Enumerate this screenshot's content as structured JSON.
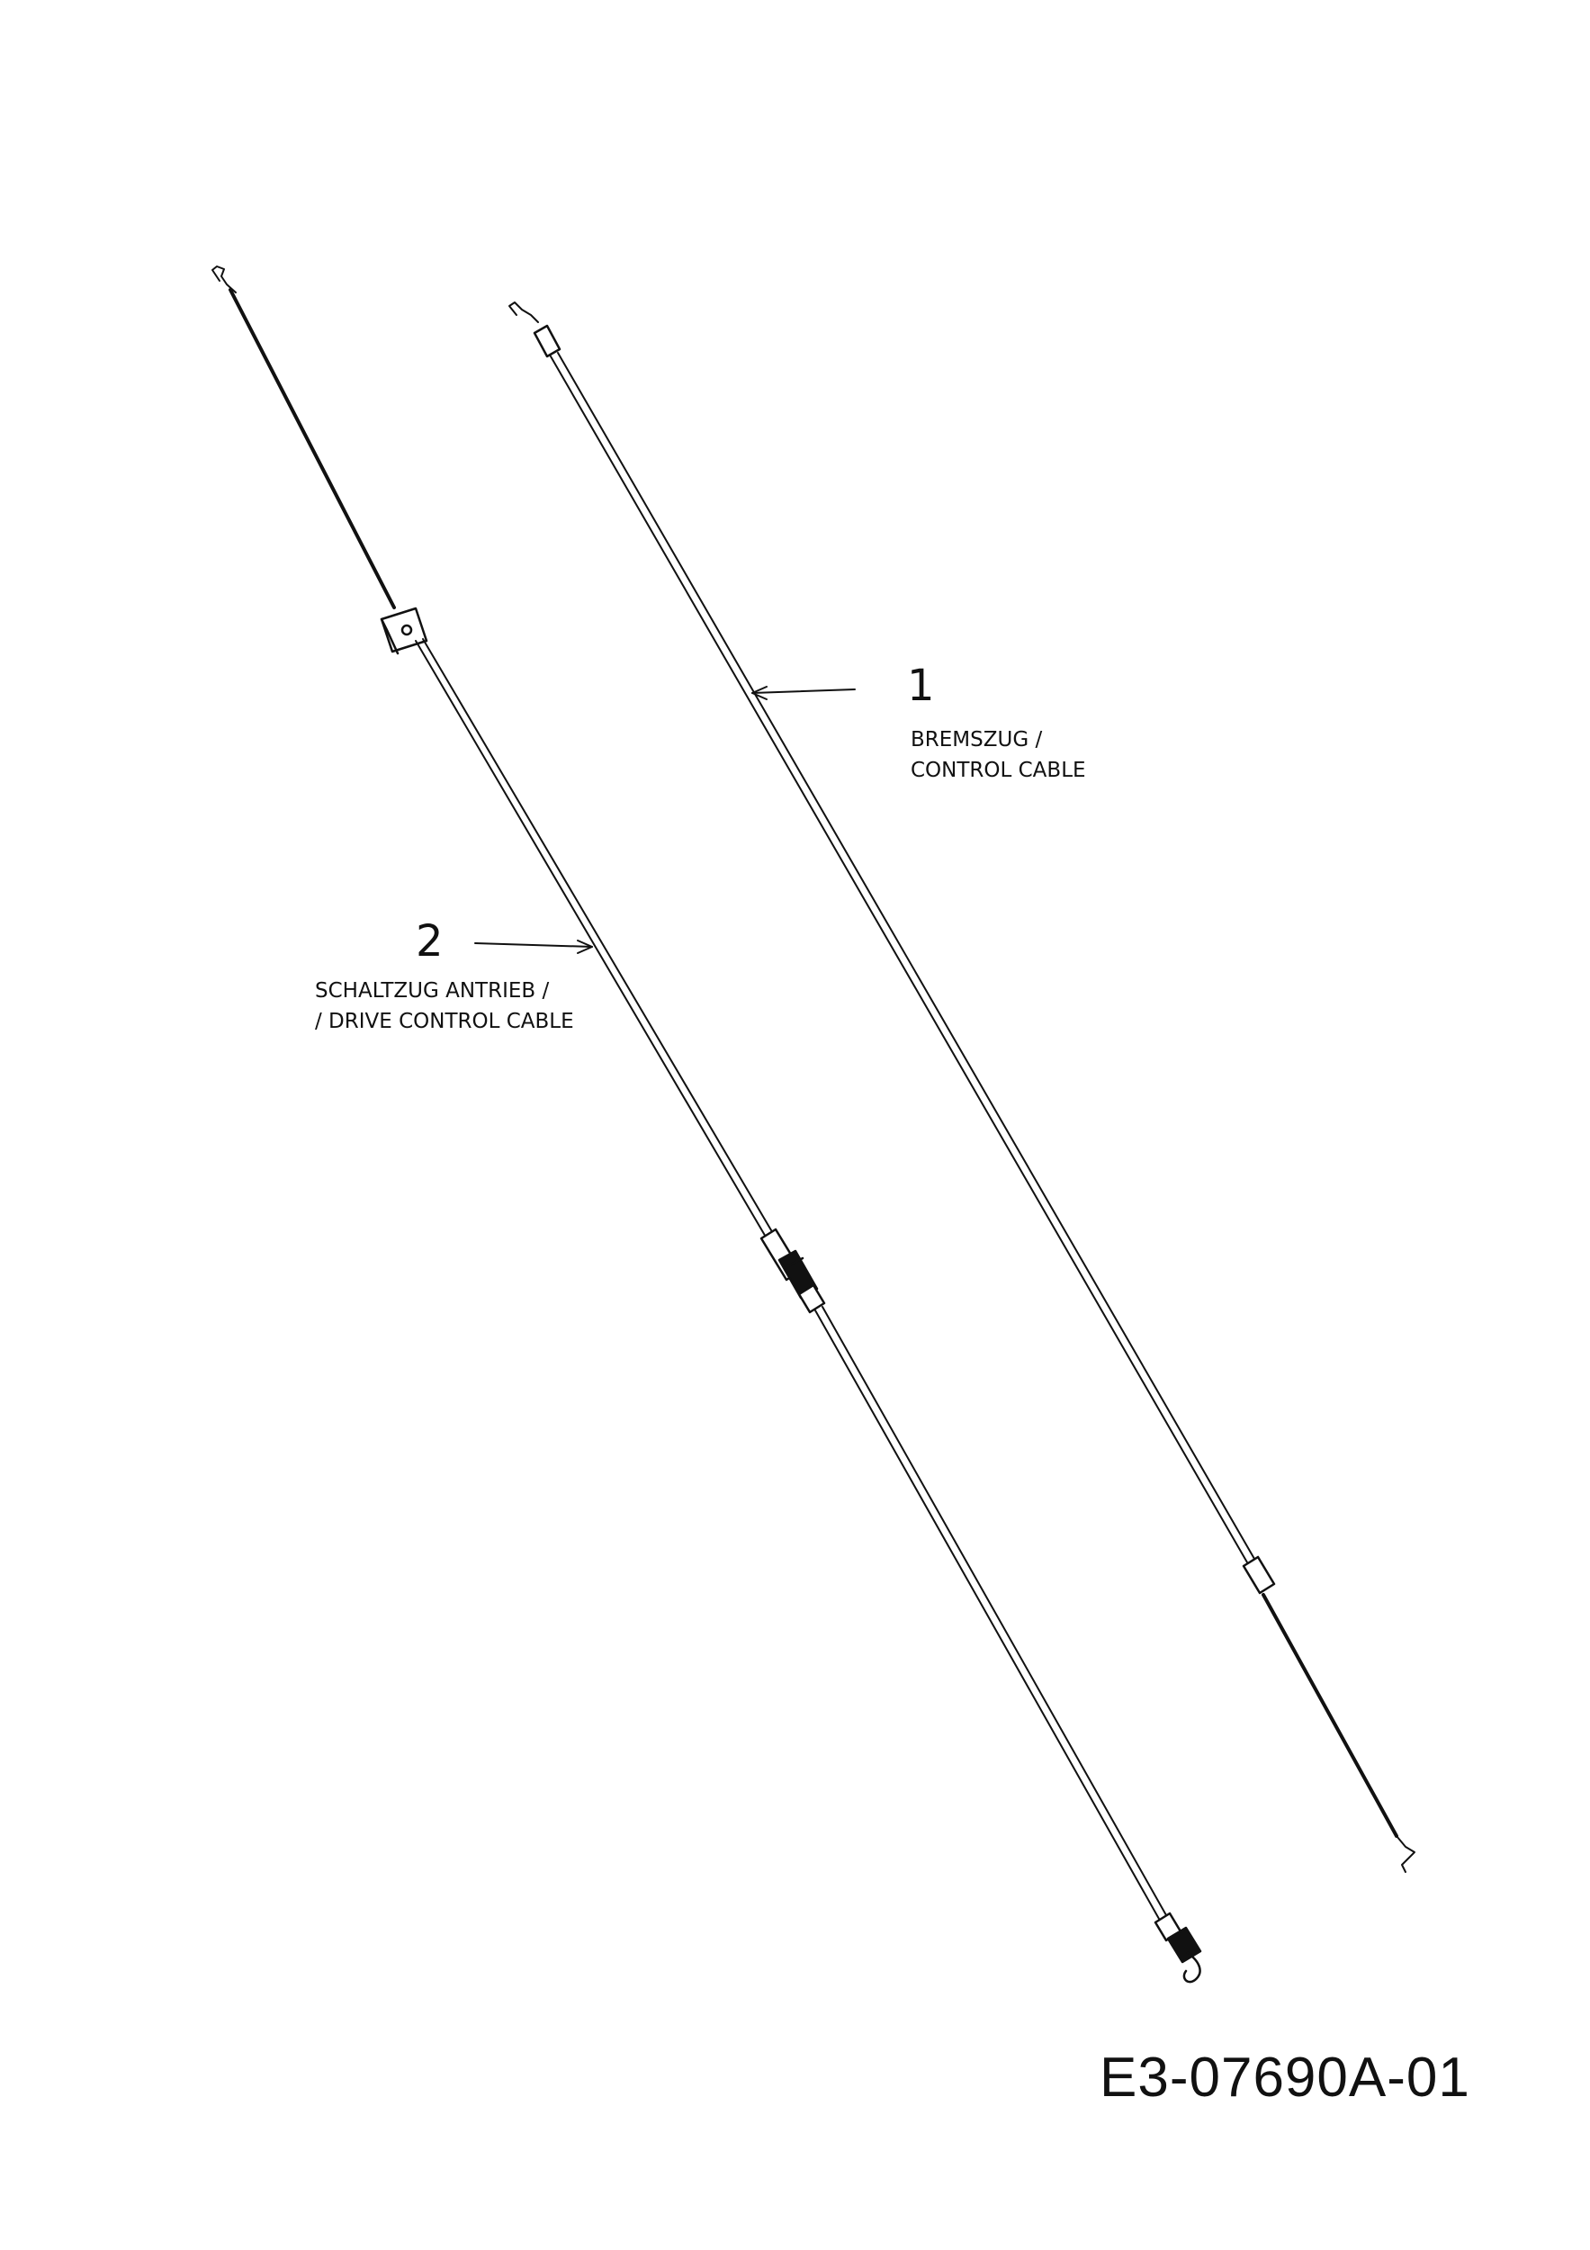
{
  "callouts": [
    {
      "number": "1",
      "line1": "BREMSZUG /",
      "line2": "CONTROL CABLE"
    },
    {
      "number": "2",
      "line1": "SCHALTZUG ANTRIEB /",
      "line2": "/ DRIVE CONTROL CABLE"
    }
  ],
  "drawing_id": "E3-07690A-01",
  "colors": {
    "line": "#111111",
    "background": "#ffffff"
  }
}
